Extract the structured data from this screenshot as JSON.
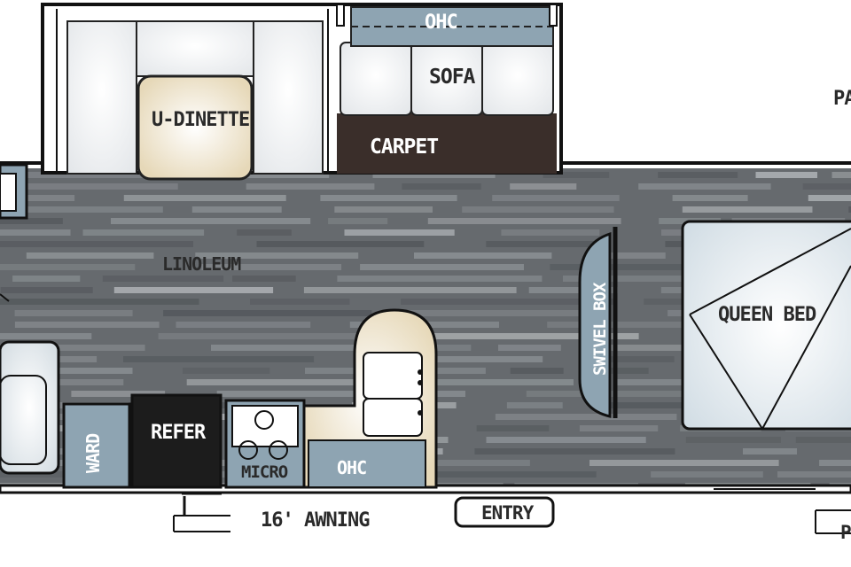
{
  "floorplan": {
    "labels": {
      "ohc_top": "OHC",
      "sofa": "SOFA",
      "u_dinette": "U-DINETTE",
      "carpet": "CARPET",
      "linoleum": "LINOLEUM",
      "swivel_box": "SWIVEL BOX",
      "queen_bed": "QUEEN BED",
      "ward": "WARD",
      "refer": "REFER",
      "micro": "MICRO",
      "ohc_bottom": "OHC",
      "awning": "16' AWNING",
      "entry": "ENTRY",
      "partial_right_top": "PA",
      "partial_right_bottom": "P"
    },
    "colors": {
      "floor": "#666a6e",
      "floor_plank_light": "#8a8f93",
      "floor_plank_dark": "#55595d",
      "cabinet_blue": "#8ea4b2",
      "carpet_brown": "#3a2e2a",
      "cushion_tan": "#e8dcc2",
      "refrigerator": "#1c1c1c",
      "bed": "#dfe7ec",
      "outline": "#111111"
    }
  }
}
